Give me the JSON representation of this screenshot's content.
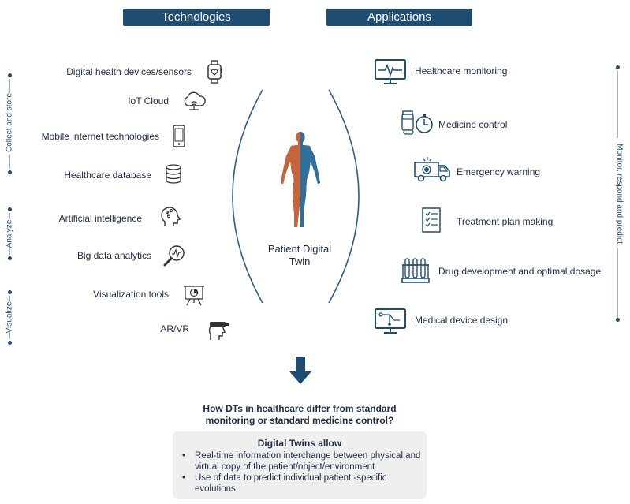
{
  "headers": {
    "technologies": "Technologies",
    "applications": "Applications"
  },
  "technologies": [
    {
      "label": "Digital health devices/sensors",
      "icon": "smartwatch-icon"
    },
    {
      "label": "IoT Cloud",
      "icon": "cloud-wifi-icon"
    },
    {
      "label": "Mobile internet technologies",
      "icon": "smartphone-icon"
    },
    {
      "label": "Healthcare database",
      "icon": "database-icon"
    },
    {
      "label": "Artificial intelligence",
      "icon": "ai-head-icon"
    },
    {
      "label": "Big data analytics",
      "icon": "magnifier-chart-icon"
    },
    {
      "label": "Visualization tools",
      "icon": "presentation-board-icon"
    },
    {
      "label": "AR/VR",
      "icon": "vr-headset-icon"
    }
  ],
  "applications": [
    {
      "label": "Healthcare monitoring",
      "icon": "heart-monitor-icon"
    },
    {
      "label": "Medicine control",
      "icon": "medicine-timer-icon"
    },
    {
      "label": "Emergency warning",
      "icon": "ambulance-icon"
    },
    {
      "label": "Treatment plan making",
      "icon": "checklist-icon"
    },
    {
      "label": "Drug development and optimal dosage",
      "icon": "test-tubes-icon"
    },
    {
      "label": "Medical device design",
      "icon": "device-design-monitor-icon"
    }
  ],
  "left_phases": [
    "Collect and store",
    "Analyze",
    "Visualize"
  ],
  "right_phase": "Monitor, respond and predict",
  "center": {
    "line1": "Patient Digital",
    "line2": "Twin"
  },
  "question": {
    "line1": "How DTs in healthcare differ from standard",
    "line2": "monitoring or standard medicine control?"
  },
  "box": {
    "title": "Digital Twins allow",
    "bullets": [
      "Real-time information interchange between physical and virtual copy of the patient/object/environment",
      "Use of data to predict individual patient -specific evolutions"
    ]
  },
  "colors": {
    "navy": "#1e4d74",
    "body_red": "#c8643c",
    "body_blue": "#2e6f9e"
  }
}
